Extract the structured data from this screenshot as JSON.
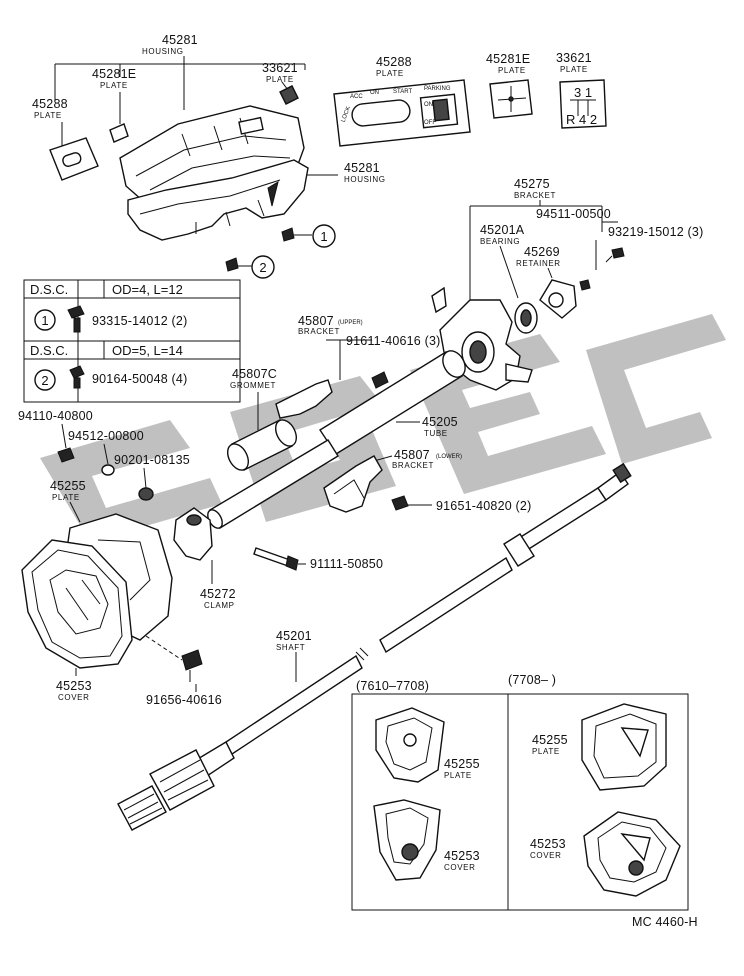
{
  "diagram_code": "MC 4460-H",
  "callouts": {
    "housing_upper": {
      "part": "45281",
      "name": "HOUSING"
    },
    "plate_e_left": {
      "part": "45281E",
      "name": "PLATE"
    },
    "plate_33621_left": {
      "part": "33621",
      "name": "PLATE"
    },
    "plate_45288_left": {
      "part": "45288",
      "name": "PLATE"
    },
    "housing_lower": {
      "part": "45281",
      "name": "HOUSING"
    },
    "plate_45288_top": {
      "part": "45288",
      "name": "PLATE"
    },
    "plate_e_top": {
      "part": "45281E",
      "name": "PLATE"
    },
    "plate_33621_top": {
      "part": "33621",
      "name": "PLATE"
    },
    "bracket_45275": {
      "part": "45275",
      "name": "BRACKET"
    },
    "bolt_94511": {
      "part": "94511-00500"
    },
    "bearing_45201a": {
      "part": "45201A",
      "name": "BEARING"
    },
    "bolt_93219": {
      "part": "93219-15012 (3)"
    },
    "retainer_45269": {
      "part": "45269",
      "name": "RETAINER"
    },
    "bracket_upper": {
      "part": "45807",
      "suffix": "(UPPER)",
      "name": "BRACKET"
    },
    "bolt_91611": {
      "part": "91611-40616 (3)"
    },
    "grommet": {
      "part": "45807C",
      "name": "GROMMET"
    },
    "tube": {
      "part": "45205",
      "name": "TUBE"
    },
    "bracket_lower": {
      "part": "45807",
      "suffix": "(LOWER)",
      "name": "BRACKET"
    },
    "nut_94110": {
      "part": "94110-40800"
    },
    "washer_94512": {
      "part": "94512-00800"
    },
    "nut_90201": {
      "part": "90201-08135"
    },
    "plate_45255_main": {
      "part": "45255",
      "name": "PLATE"
    },
    "bolt_91651": {
      "part": "91651-40820 (2)"
    },
    "bolt_91111": {
      "part": "91111-50850"
    },
    "clamp": {
      "part": "45272",
      "name": "CLAMP"
    },
    "shaft": {
      "part": "45201",
      "name": "SHAFT"
    },
    "cover_45253_main": {
      "part": "45253",
      "name": "COVER"
    },
    "bolt_91656": {
      "part": "91656-40616"
    },
    "inset_plate_a": {
      "part": "45255",
      "name": "PLATE"
    },
    "inset_cover_a": {
      "part": "45253",
      "name": "COVER"
    },
    "inset_plate_b": {
      "part": "45255",
      "name": "PLATE"
    },
    "inset_cover_b": {
      "part": "45253",
      "name": "COVER"
    }
  },
  "markers": {
    "one": "1",
    "two": "2"
  },
  "dsc_table": {
    "row1_header": "D.S.C.",
    "row1_spec": "OD=4, L=12",
    "row1_id": "1",
    "row1_part": "93315-14012 (2)",
    "row2_header": "D.S.C.",
    "row2_spec": "OD=5, L=14",
    "row2_id": "2",
    "row2_part": "90164-50048 (4)"
  },
  "inset": {
    "left_range": "(7610–7708)",
    "right_range": "(7708–          )"
  },
  "plate_faces": {
    "ignition_lock": "LOCK",
    "ignition_acc": "ACC",
    "ignition_on": "ON",
    "ignition_start": "START",
    "parking": "PARKING",
    "on_label": "ON",
    "off_label": "OFF",
    "gear_top": "3 1",
    "gear_bottom": "R 4 2"
  }
}
